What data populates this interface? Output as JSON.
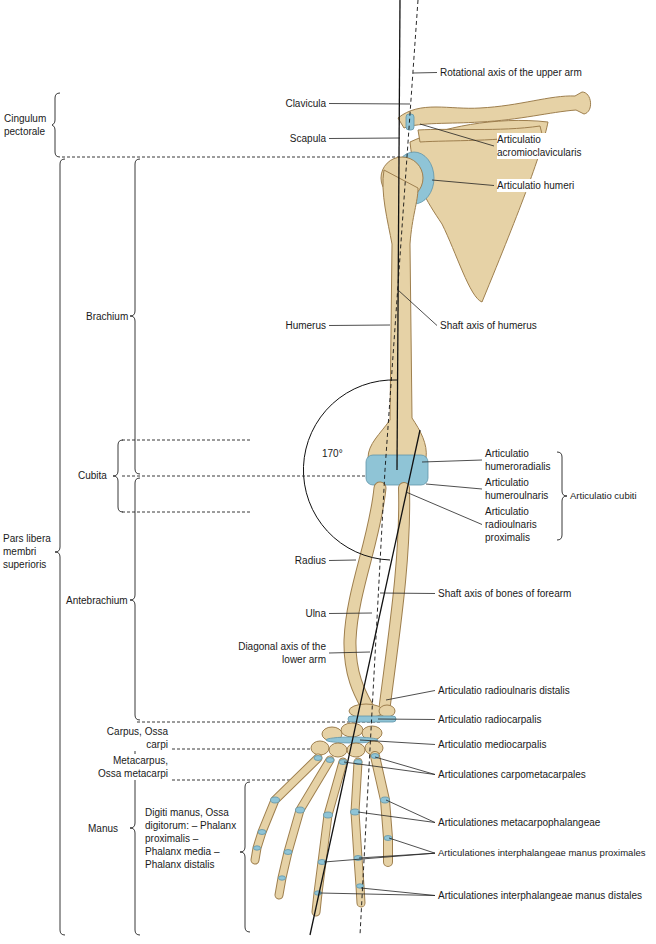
{
  "diagram": {
    "labels": [
      "Rotational axis of the upper arm",
      "Cingulum pectorale",
      "Clavicula",
      "Scapula",
      "Articulatio acromioclavicularis",
      "Articulatio humeri",
      "Brachium",
      "Humerus",
      "Shaft axis of humerus",
      "170°",
      "Cubita",
      "Articulatio humeroradialis",
      "Articulatio humeroulnaris",
      "Articulatio radioulnaris proximalis",
      "Articulatio cubiti",
      "Pars libera membri superioris",
      "Radius",
      "Shaft axis of bones of forearm",
      "Antebrachium",
      "Ulna",
      "Diagonal axis of the lower arm",
      "Articulatio radioulnaris distalis",
      "Articulatio radiocarpalis",
      "Carpus, Ossa carpi",
      "Articulatio mediocarpalis",
      "Metacarpus, Ossa metacarpi",
      "Articulationes carpometacarpales",
      "Manus",
      "Digiti manus, Ossa digitorum: – Phalanx proximalis – Phalanx media – Phalanx distalis",
      "Articulationes metacarpophalangeae",
      "Articulationes interphalangeae manus proximales",
      "Articulationes interphalangeae manus distales"
    ]
  }
}
